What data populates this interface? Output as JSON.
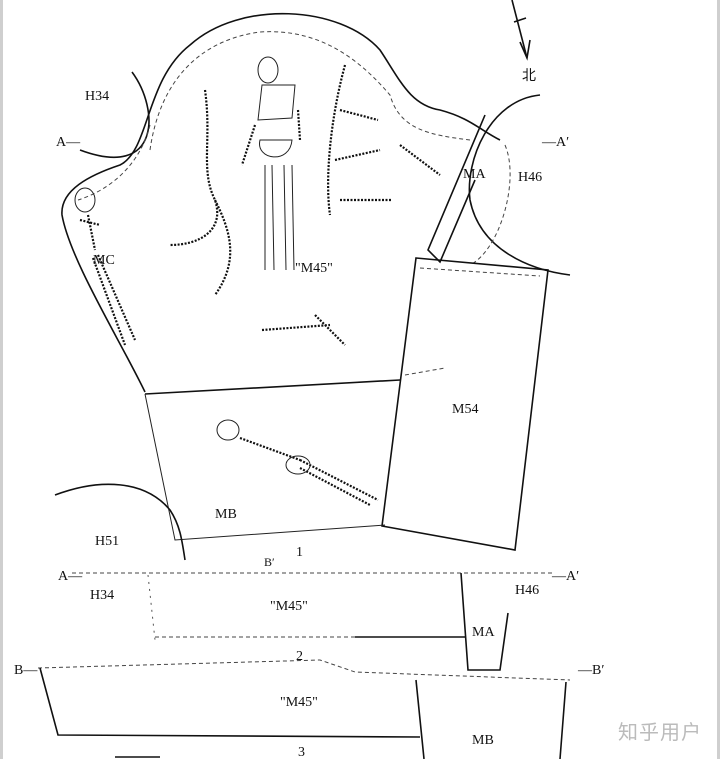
{
  "plan": {
    "north_label": "北",
    "labels": {
      "h34": "H34",
      "a_left": "A—",
      "a_right": "—A′",
      "h46": "H46",
      "ma": "MA",
      "mc": "MC",
      "m45": "\"M45\"",
      "m54": "M54",
      "mb": "MB",
      "h51": "H51"
    }
  },
  "section_1": {
    "number": "1",
    "b_prime": "B′",
    "a_left": "A—",
    "a_right": "—A′",
    "h34": "H34",
    "m45": "\"M45\"",
    "h46": "H46",
    "ma": "MA"
  },
  "section_2": {
    "number": "2",
    "b_left": "B—",
    "b_right": "—B′",
    "m45": "\"M45\"",
    "mb": "MB"
  },
  "section_3": {
    "number": "3"
  },
  "watermark": "知乎用户"
}
